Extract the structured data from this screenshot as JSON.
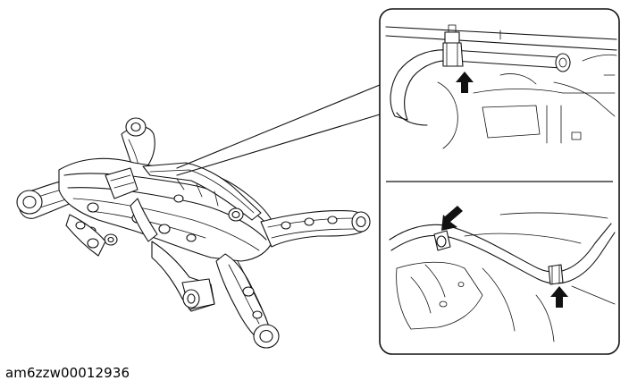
{
  "figure": {
    "caption": "am6zzw00012936",
    "colors": {
      "line": "#111111",
      "background": "#ffffff",
      "arrow": "#000000"
    },
    "callout_arrows": [
      {
        "name": "top-detail-arrow",
        "direction": "up"
      },
      {
        "name": "bottom-detail-arrow-left",
        "direction": "down-left"
      },
      {
        "name": "bottom-detail-arrow-right",
        "direction": "up"
      }
    ]
  }
}
